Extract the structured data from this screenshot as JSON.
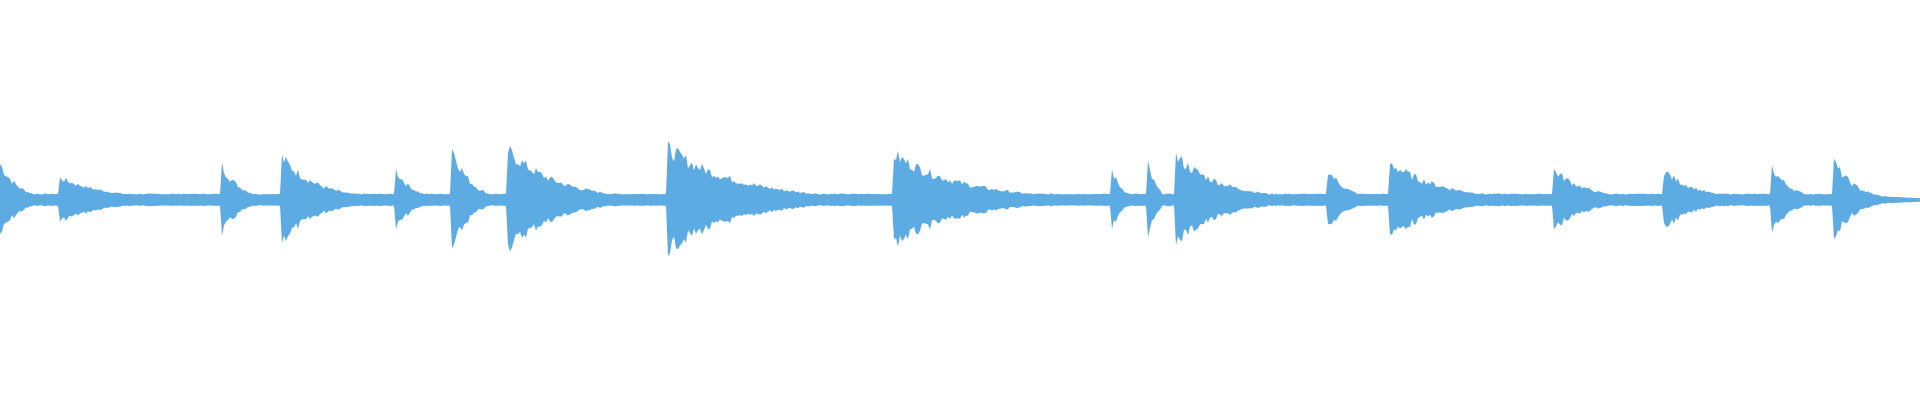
{
  "waveform": {
    "color": "#5dabe3",
    "background": "#ffffff",
    "baseline_fraction": 0.5,
    "note_onsets": [
      0.0,
      0.031,
      0.115,
      0.146,
      0.206,
      0.235,
      0.264,
      0.347,
      0.465,
      0.579,
      0.597,
      0.612,
      0.691,
      0.723,
      0.809,
      0.866,
      0.922,
      0.955
    ],
    "note_peak_levels": [
      0.36,
      0.22,
      0.36,
      0.44,
      0.3,
      0.55,
      0.5,
      0.52,
      0.46,
      0.3,
      0.42,
      0.44,
      0.32,
      0.38,
      0.3,
      0.3,
      0.35,
      0.38
    ],
    "decay_rate": 3.2,
    "sustain_level": 0.06,
    "end_fraction": 1.0
  }
}
